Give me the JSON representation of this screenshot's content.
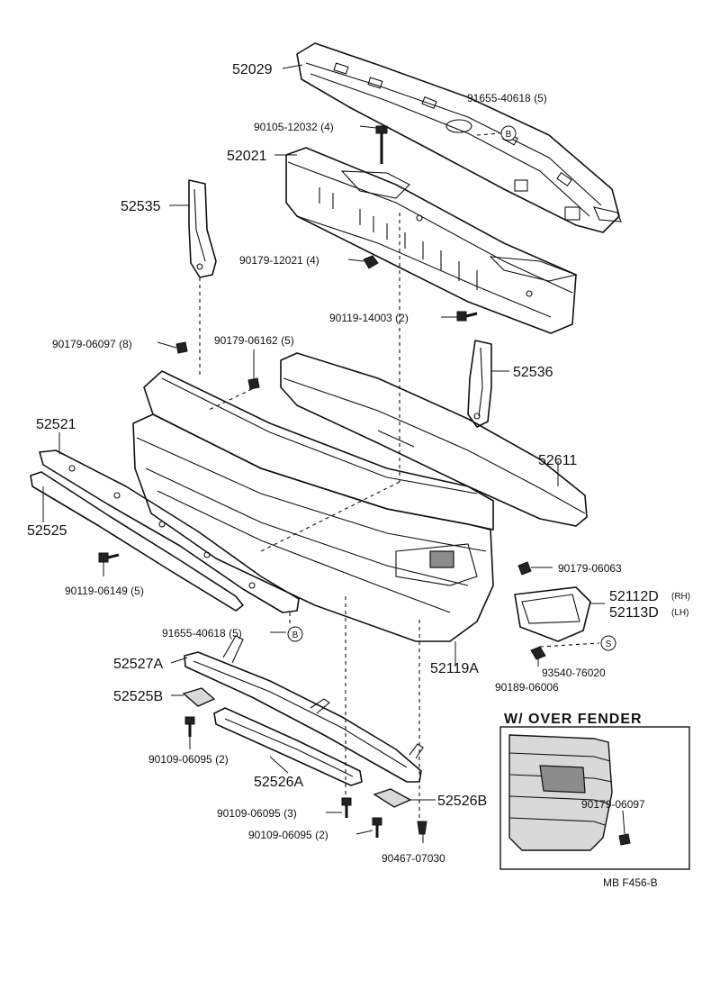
{
  "labels": {
    "p52029": "52029",
    "p91655_top": "91655-40618 (5)",
    "p90105": "90105-12032 (4)",
    "p52021": "52021",
    "p52535": "52535",
    "p90179_12021": "90179-12021 (4)",
    "p90119_14003": "90119-14003 (2)",
    "p90179_06097_8": "90179-06097 (8)",
    "p90179_06162": "90179-06162 (5)",
    "p52536": "52536",
    "p52521": "52521",
    "p52611": "52611",
    "p52525": "52525",
    "p90179_06063": "90179-06063",
    "p90119_06149": "90119-06149 (5)",
    "p52112D": "52112D",
    "p52112D_side": "(RH)",
    "p52113D": "52113D",
    "p52113D_side": "(LH)",
    "p91655_bottom": "91655-40618 (5)",
    "p52119A": "52119A",
    "p52527A": "52527A",
    "p93540": "93540-76020",
    "p52525B": "52525B",
    "p90189": "90189-06006",
    "p90109_2a": "90109-06095 (2)",
    "p52526A": "52526A",
    "p90109_3": "90109-06095 (3)",
    "p52526B": "52526B",
    "p90109_2b": "90109-06095 (2)",
    "p90467": "90467-07030",
    "inset_title": "W/ OVER FENDER",
    "inset_part": "90179-06097",
    "ref_code": "MB  F456-B"
  },
  "callouts": {
    "b_letter": "B",
    "s_letter": "S"
  }
}
